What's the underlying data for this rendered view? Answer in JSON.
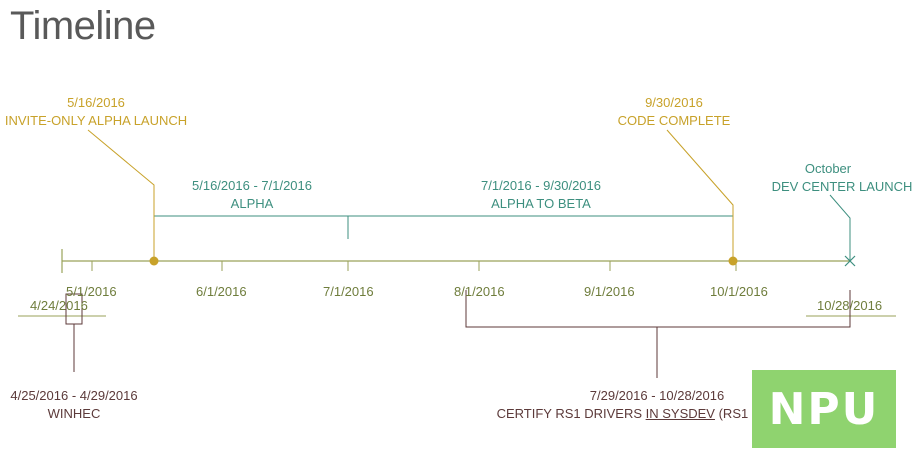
{
  "title": "Timeline",
  "ticks": [
    "5/1/2016",
    "6/1/2016",
    "7/1/2016",
    "8/1/2016",
    "9/1/2016",
    "10/1/2016"
  ],
  "start_date": "4/24/2016",
  "end_date": "10/28/2016",
  "milestones": {
    "alpha_launch": {
      "date": "5/16/2016",
      "label": "INVITE-ONLY ALPHA LAUNCH"
    },
    "code_complete": {
      "date": "9/30/2016",
      "label": "CODE COMPLETE"
    },
    "dev_center": {
      "date": "October",
      "label": "DEV CENTER LAUNCH"
    }
  },
  "phases": {
    "alpha": {
      "range": "5/16/2016 - 7/1/2016",
      "label": "ALPHA"
    },
    "alpha_to_beta": {
      "range": "7/1/2016 - 9/30/2016",
      "label": "ALPHA TO BETA"
    }
  },
  "events": {
    "winhec": {
      "range": "4/25/2016 - 4/29/2016",
      "label": "WINHEC"
    },
    "certify": {
      "range": "7/29/2016 - 10/28/2016",
      "label_pre": "CERTIFY RS1 DRIVERS ",
      "label_underline": "IN SYSDEV",
      "label_post": " (RS1 OR TH2 KIT)"
    }
  },
  "logo": {
    "text": "NPU"
  },
  "colors": {
    "axis": "#9aa25a",
    "gold": "#c8a22a",
    "teal": "#3d8f7f",
    "dark": "#5c3a3a",
    "logo": "#8fd36f"
  }
}
